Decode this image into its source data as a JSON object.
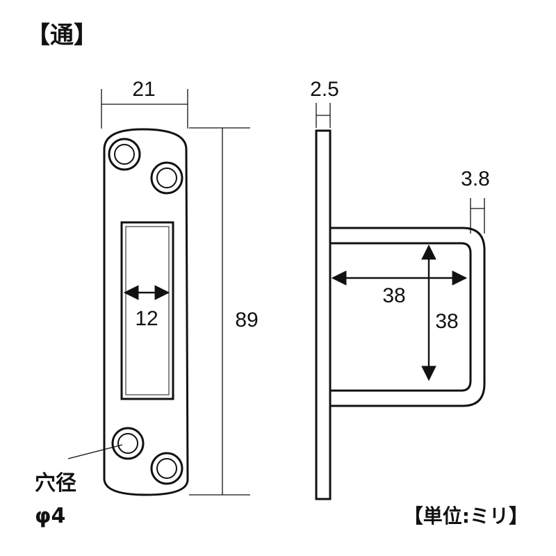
{
  "title": "【通】",
  "front_view": {
    "width": "21",
    "height": "89",
    "slot_width": "12",
    "hole_label_line1": "穴径",
    "hole_label_line2": "φ4"
  },
  "side_view": {
    "plate_thickness": "2.5",
    "loop_thickness": "3.8",
    "loop_depth": "38",
    "loop_height": "38"
  },
  "unit_label": "【単位:ミリ】"
}
